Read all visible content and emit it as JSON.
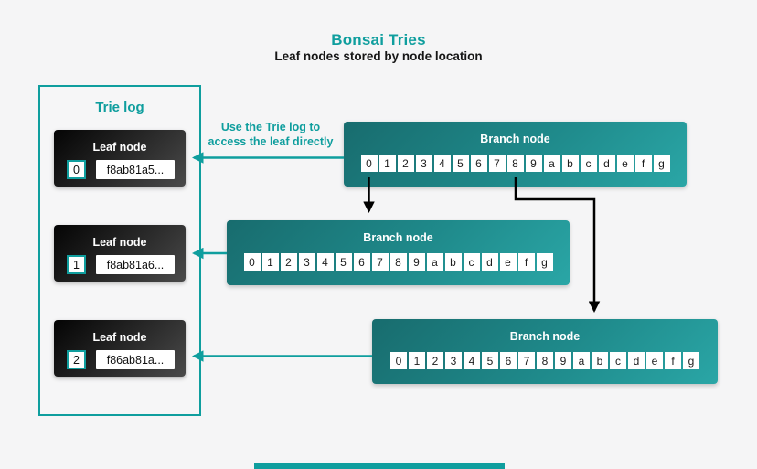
{
  "title": "Bonsai Tries",
  "subtitle": "Leaf nodes stored by node location",
  "colors": {
    "accent_teal": "#0f9e9e",
    "branch_gradient_start": "#186c6e",
    "branch_gradient_end": "#2aa6a6",
    "leaf_gradient_start": "#040404",
    "leaf_gradient_end": "#4a4a4a",
    "background": "#f5f5f6"
  },
  "annotation": {
    "line1": "Use the Trie log to",
    "line2": "access the leaf directly"
  },
  "trie_log": {
    "label": "Trie log",
    "leaf_title": "Leaf node",
    "leaves": [
      {
        "index": "0",
        "hash": "f8ab81a5..."
      },
      {
        "index": "1",
        "hash": "f8ab81a6..."
      },
      {
        "index": "2",
        "hash": "f86ab81a..."
      }
    ]
  },
  "branch_nodes": [
    {
      "label": "Branch node",
      "cells": [
        "0",
        "1",
        "2",
        "3",
        "4",
        "5",
        "6",
        "7",
        "8",
        "9",
        "a",
        "b",
        "c",
        "d",
        "e",
        "f",
        "g"
      ]
    },
    {
      "label": "Branch node",
      "cells": [
        "0",
        "1",
        "2",
        "3",
        "4",
        "5",
        "6",
        "7",
        "8",
        "9",
        "a",
        "b",
        "c",
        "d",
        "e",
        "f",
        "g"
      ]
    },
    {
      "label": "Branch node",
      "cells": [
        "0",
        "1",
        "2",
        "3",
        "4",
        "5",
        "6",
        "7",
        "8",
        "9",
        "a",
        "b",
        "c",
        "d",
        "e",
        "f",
        "g"
      ]
    }
  ],
  "connections": [
    {
      "from": "branch-node-1",
      "to": "leaf-0",
      "style": "teal-arrow"
    },
    {
      "from": "branch-node-2",
      "to": "leaf-1",
      "style": "teal-arrow"
    },
    {
      "from": "branch-node-3",
      "to": "leaf-2",
      "style": "teal-arrow"
    },
    {
      "from": "branch-node-1-cell-0",
      "to": "branch-node-2",
      "style": "black-arrow"
    },
    {
      "from": "branch-node-1-cell-8",
      "to": "branch-node-3",
      "style": "black-arrow"
    }
  ]
}
